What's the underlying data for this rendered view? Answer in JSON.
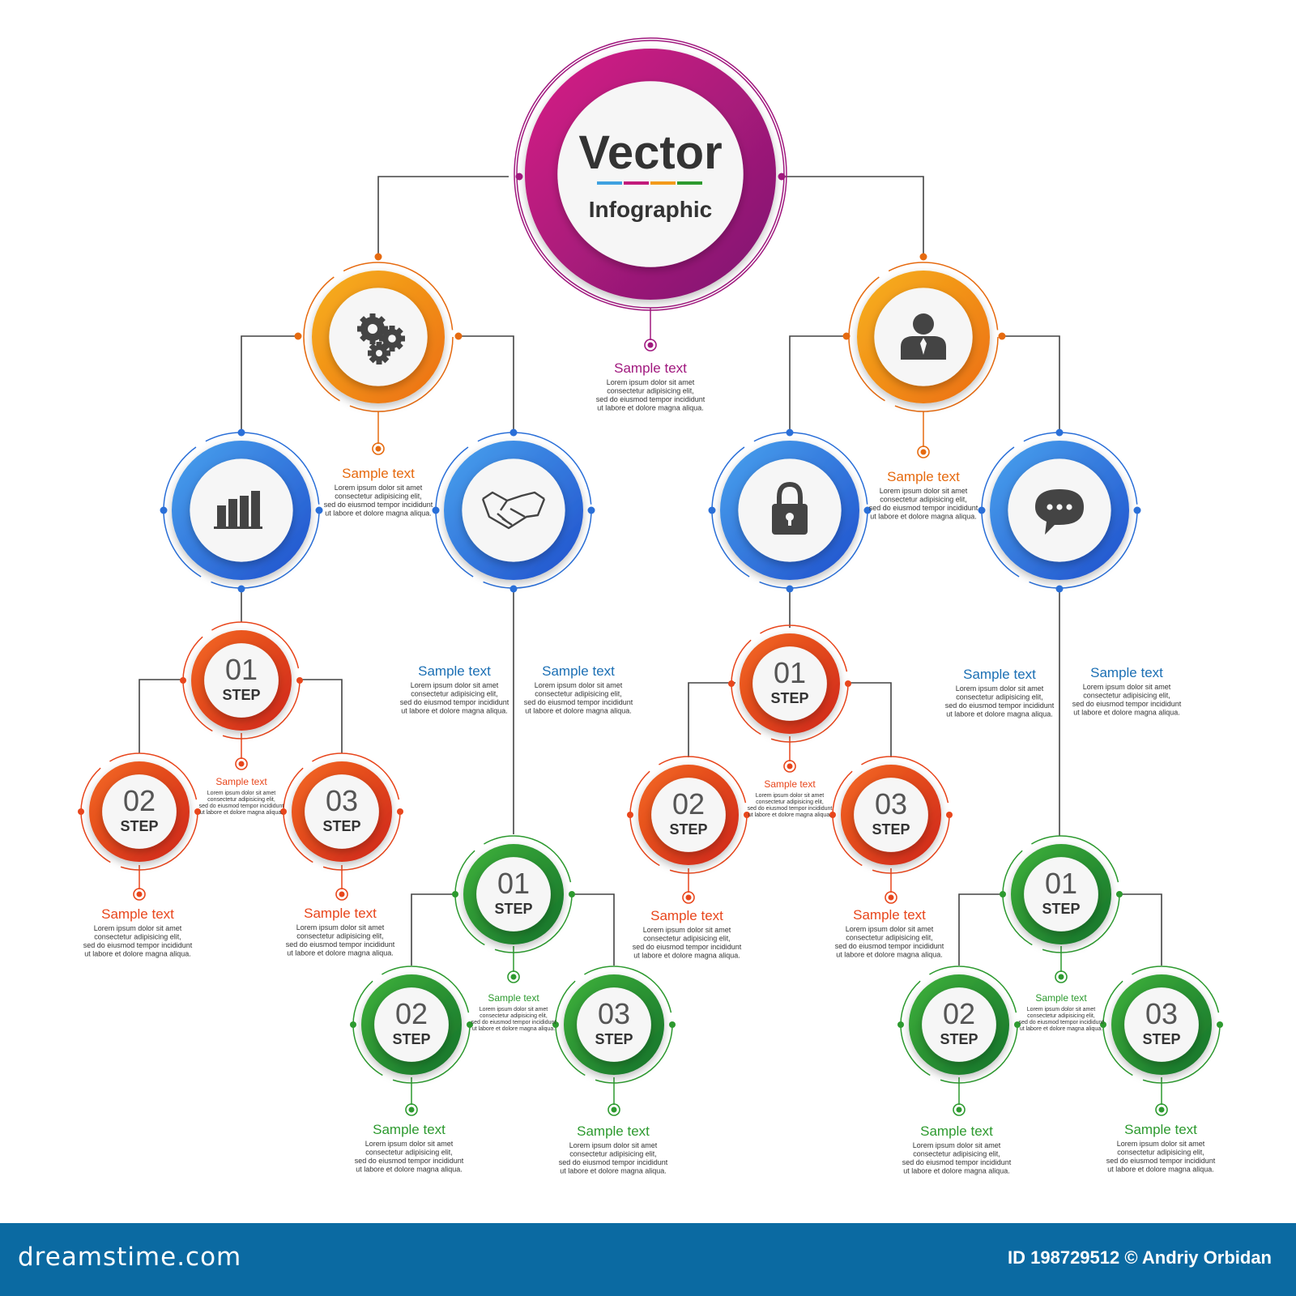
{
  "header": {
    "title": "Vector",
    "subtitle": "Infographic"
  },
  "colors": {
    "purple": "#a0187e",
    "magenta": "#c21a7b",
    "orange": "#f39a1a",
    "orange_dark": "#e66a0f",
    "blue": "#2a6fd8",
    "blue_light": "#3f93e5",
    "red": "#e8461c",
    "red_dark": "#d02b1a",
    "green": "#2d9a2f",
    "green_dark": "#1e7b2a",
    "text_blue": "#1b6fb4",
    "lines": "#444444"
  },
  "title_underline": [
    "#3fa1e0",
    "#c21a7b",
    "#f39a1a",
    "#2d9a2f"
  ],
  "lorem": [
    "Lorem ipsum dolor sit amet",
    "consectetur adipisicing elit,",
    "sed do eiusmod tempor incididunt",
    "ut labore et dolore magna aliqua."
  ],
  "sample_label": "Sample text",
  "step_word": "STEP",
  "step_numbers": [
    "01",
    "02",
    "03"
  ],
  "icons": {
    "left_orange": "gears-icon",
    "right_orange": "businessman-icon",
    "blue_1": "bar-chart-icon",
    "blue_2": "handshake-icon",
    "blue_3": "padlock-icon",
    "blue_4": "chat-bubble-icon"
  },
  "footer": {
    "brand": "dreamstime.com",
    "credit": "ID 198729512 © Andriy Orbidan"
  }
}
